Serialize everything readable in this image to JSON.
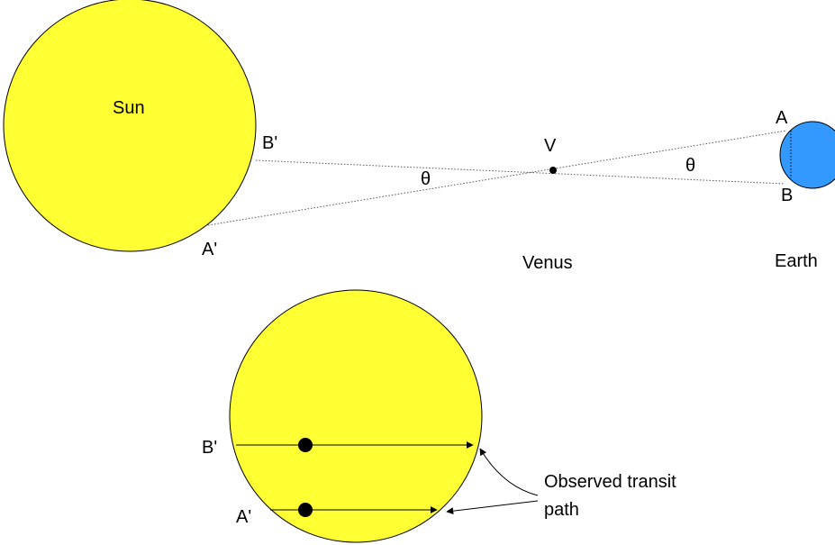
{
  "colors": {
    "sun_fill": "#FFFF33",
    "earth_fill": "#3399FF",
    "outline": "#000000",
    "background": "#FFFFFF"
  },
  "top_diagram": {
    "sun_label": "Sun",
    "point_b_prime": "B'",
    "point_a_prime": "A'",
    "angle_left": "θ",
    "venus_point": "V",
    "angle_right": "θ",
    "point_a": "A",
    "point_b": "B",
    "venus_label": "Venus",
    "earth_label": "Earth"
  },
  "bottom_diagram": {
    "path_b_prime": "B'",
    "path_a_prime": "A'",
    "callout_line1": "Observed transit",
    "callout_line2": "path"
  }
}
